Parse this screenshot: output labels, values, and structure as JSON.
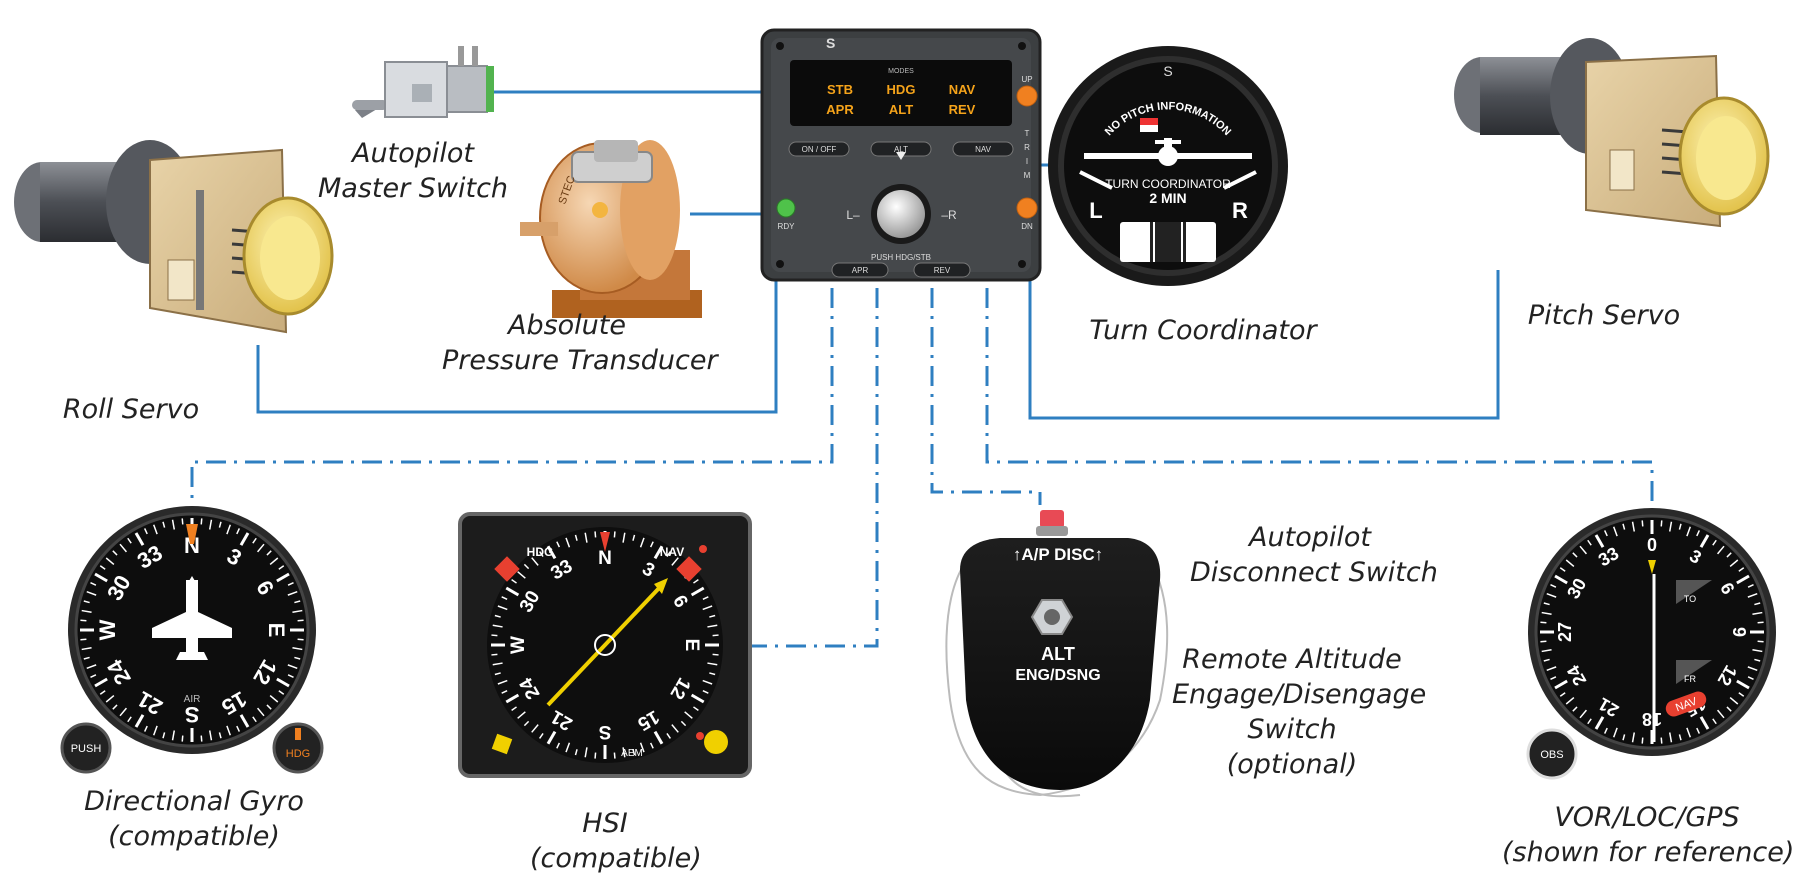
{
  "labels": {
    "master_switch": [
      "Autopilot",
      "Master Switch"
    ],
    "transducer": [
      "Absolute",
      "Pressure Transducer"
    ],
    "roll_servo": [
      "Roll Servo"
    ],
    "turn_coordinator": [
      "Turn Coordinator"
    ],
    "pitch_servo": [
      "Pitch Servo"
    ],
    "directional_gyro": [
      "Directional Gyro",
      "(compatible)"
    ],
    "hsi": [
      "HSI",
      "(compatible)"
    ],
    "disconnect_switch": [
      "Autopilot",
      "Disconnect  Switch"
    ],
    "remote_altitude": [
      "Remote Altitude",
      "Engage/Disengage",
      "Switch",
      "(optional)"
    ],
    "vor": [
      "VOR/LOC/GPS",
      "(shown for reference)"
    ]
  },
  "autopilot": {
    "modes_title": "MODES",
    "modes": [
      "STB",
      "HDG",
      "NAV",
      "APR",
      "ALT",
      "REV"
    ],
    "buttons_top": [
      "ON / OFF",
      "ALT",
      "NAV"
    ],
    "buttons_bottom": [
      "APR",
      "REV"
    ],
    "knob_caption": "PUSH HDG/STB",
    "knob_left": "L–",
    "knob_right": "–R",
    "up": "UP",
    "dn": "DN",
    "trim": [
      "T",
      "R",
      "I",
      "M"
    ],
    "rdy": "RDY"
  },
  "turn_coordinator": {
    "arc_text": "NO PITCH INFORMATION",
    "title": "TURN COORDINATOR",
    "subtitle": "2 MIN",
    "left": "L",
    "right": "R"
  },
  "directional_gyro": {
    "cardinals": [
      "N",
      "3",
      "6",
      "E",
      "12",
      "15",
      "S",
      "21",
      "24",
      "W",
      "30",
      "33"
    ],
    "knob_left": "PUSH",
    "knob_right": "HDG",
    "brand": "AIR"
  },
  "hsi": {
    "hdg": "HDG",
    "nav": "NAV",
    "cardinals": [
      "N",
      "3",
      "6",
      "E",
      "12",
      "15",
      "S",
      "21",
      "24",
      "W",
      "30",
      "33"
    ],
    "brand": "AEM"
  },
  "disconnect": {
    "top": "↑A/P DISC↑",
    "line1": "ALT",
    "line2": "ENG/DSNG"
  },
  "vor": {
    "ticks": [
      "0",
      "3",
      "6",
      "9",
      "12",
      "15",
      "18",
      "21",
      "24",
      "27",
      "30",
      "33"
    ],
    "to": "TO",
    "fr": "FR",
    "nav_flag": "NAV",
    "obs": "OBS"
  },
  "colors": {
    "wire": "#2f7fc1",
    "panel": "#3c3f41",
    "mode_text": "#f5a31a",
    "servo_face": "#f4df7a",
    "pointer_orange": "#f08020",
    "nav_red": "#e84030",
    "needle_yellow": "#f0d000"
  }
}
